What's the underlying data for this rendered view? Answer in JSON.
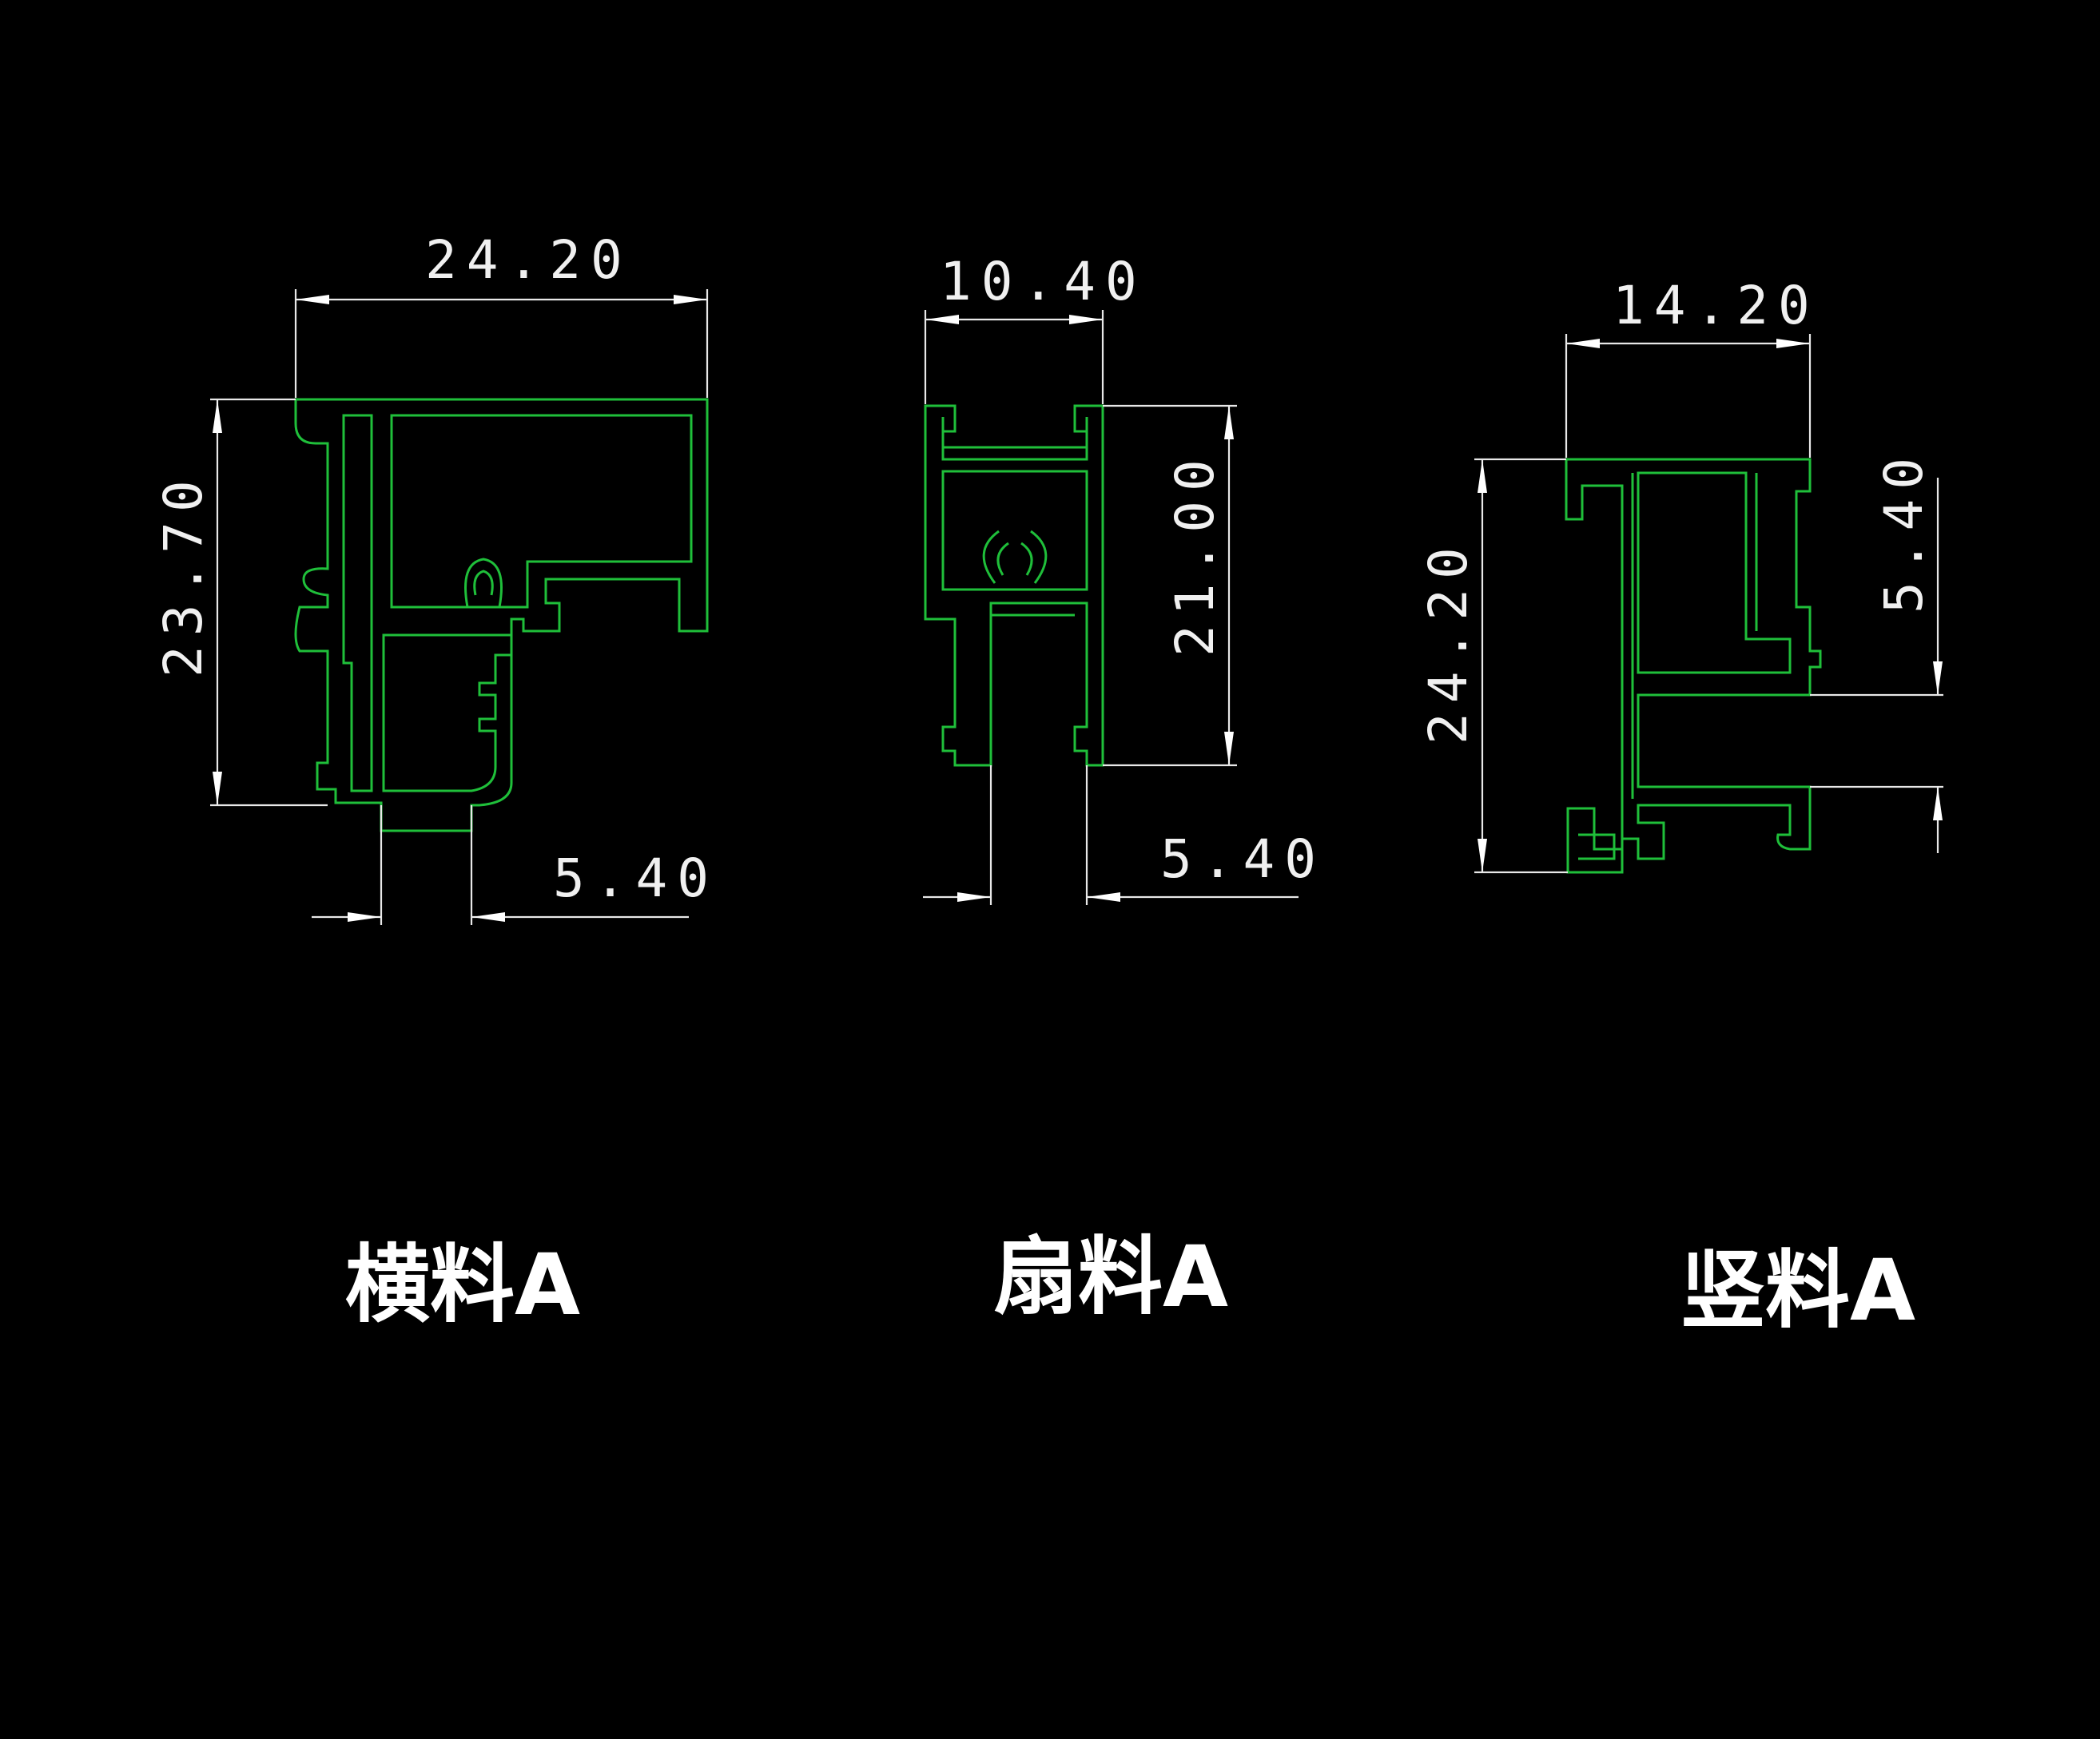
{
  "colors": {
    "background": "#000000",
    "profile_outline": "#1fbf3a",
    "dimension_line": "#e8e8e8",
    "text": "#ffffff"
  },
  "profiles": [
    {
      "caption": "横料A",
      "dims": {
        "width": "24.20",
        "height": "23.70",
        "offset": "5.40"
      }
    },
    {
      "caption": "扇料A",
      "dims": {
        "width": "10.40",
        "height": "21.00",
        "offset": "5.40"
      }
    },
    {
      "caption": "竖料A",
      "dims": {
        "width": "14.20",
        "height": "24.20",
        "offset": "5.40"
      }
    }
  ]
}
